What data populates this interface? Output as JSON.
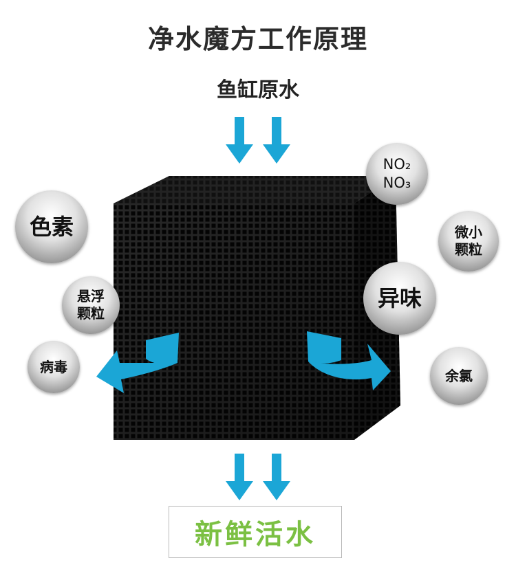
{
  "title": "净水魔方工作原理",
  "input_label": "鱼缸原水",
  "output_label": "新鲜活水",
  "colors": {
    "arrow": "#1ba6d6",
    "output_text": "#7bc043",
    "cube_front": "#101010",
    "cube_top": "#1e1e1e",
    "cube_side": "#080808"
  },
  "pollutants": {
    "left": [
      "色素",
      "悬浮\n颗粒",
      "病毒"
    ],
    "right": [
      "NO₂\nNO₃",
      "微小\n颗粒",
      "异味",
      "余氯"
    ]
  },
  "icons": [
    "down-arrow-icon",
    "curved-arrow-icon"
  ]
}
